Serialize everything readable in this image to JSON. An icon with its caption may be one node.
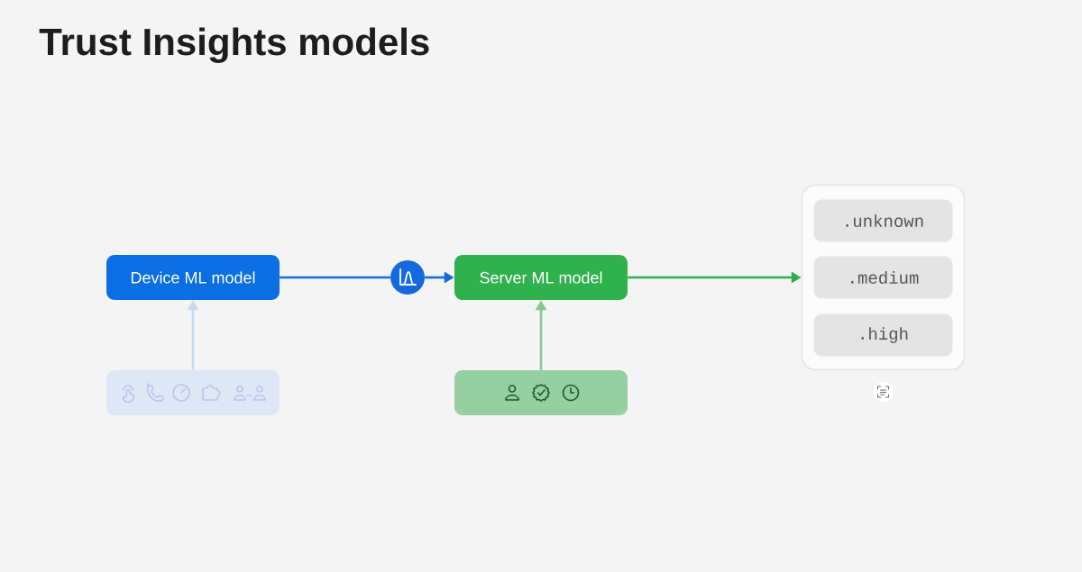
{
  "diagram": {
    "title": "Trust Insights models",
    "nodes": [
      {
        "text": [
          "Device ML model"
        ]
      },
      {
        "text": [],
        "shape": "circle"
      },
      {
        "text": [
          "Server ML model"
        ]
      },
      {
        "text": [],
        "shape": "box"
      },
      {
        "text": [
          ".unknown"
        ],
        "in": 3
      },
      {
        "text": [
          ".medium"
        ],
        "in": 3
      },
      {
        "text": [
          ".high"
        ],
        "in": 3
      },
      {
        "text": [],
        "shape": "box"
      },
      {
        "text": [],
        "shape": "box"
      }
    ],
    "edges": [
      {
        "from": 0,
        "to": 1,
        "arrow": "none",
        "color": "#1769de"
      },
      {
        "from": 1,
        "to": 2,
        "arrow": "to",
        "color": "#1769de"
      },
      {
        "from": 2,
        "to": 3,
        "arrow": "to",
        "color": "#2eae4b"
      },
      {
        "from": 7,
        "to": 0,
        "arrow": "to",
        "color": "#cbd7f1"
      },
      {
        "from": 8,
        "to": 2,
        "arrow": "to",
        "color": "#86c893"
      }
    ]
  }
}
